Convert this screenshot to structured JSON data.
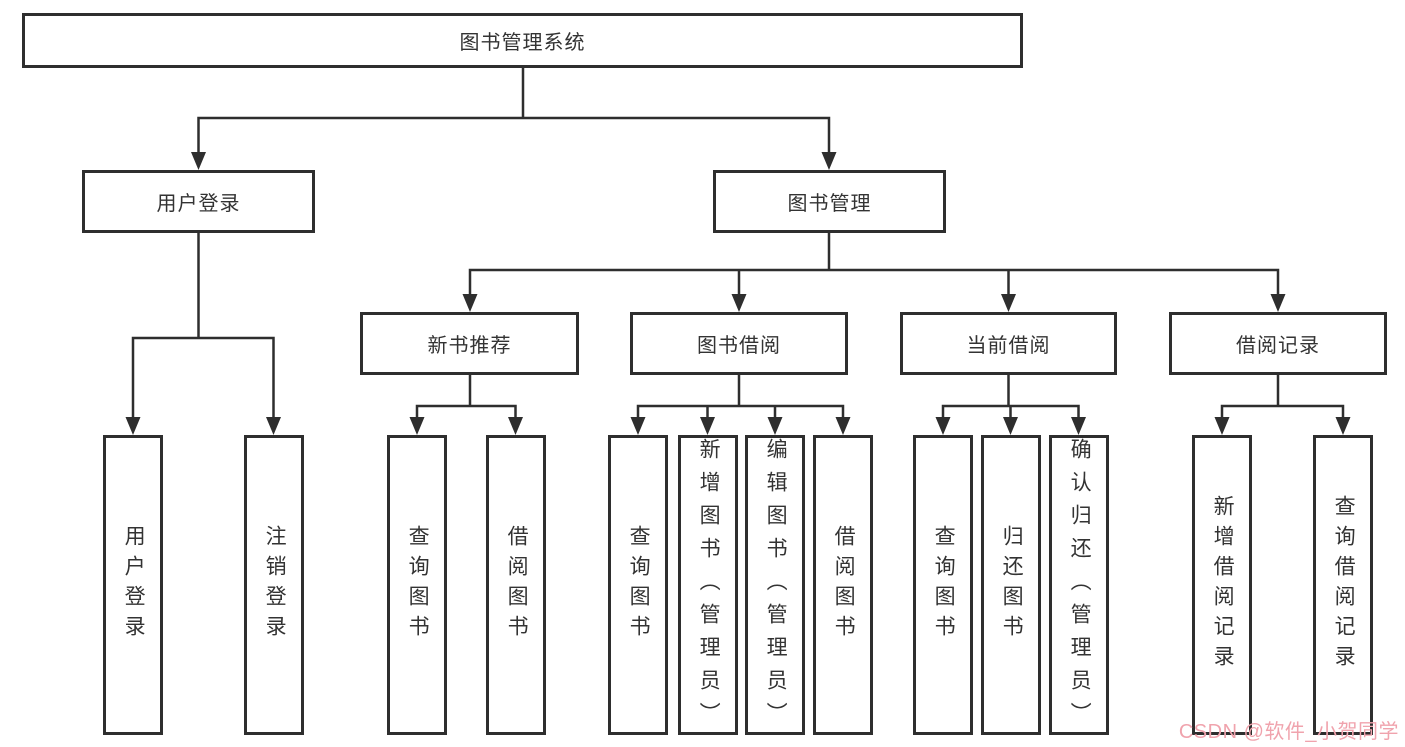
{
  "colors": {
    "line": "#2e2e2e",
    "box-border": "#2e2e2e",
    "text": "#333333",
    "watermark": "#f0a3ad"
  },
  "tree": {
    "root": {
      "label": "图书管理系统"
    },
    "branches": [
      {
        "label": "用户登录",
        "children": [
          {
            "label": "用户登录"
          },
          {
            "label": "注销登录"
          }
        ]
      },
      {
        "label": "图书管理",
        "groups": [
          {
            "label": "新书推荐",
            "children": [
              {
                "label": "查询图书"
              },
              {
                "label": "借阅图书"
              }
            ]
          },
          {
            "label": "图书借阅",
            "children": [
              {
                "label": "查询图书"
              },
              {
                "label": "新增图书（管理员）"
              },
              {
                "label": "编辑图书（管理员）"
              },
              {
                "label": "借阅图书"
              }
            ]
          },
          {
            "label": "当前借阅",
            "children": [
              {
                "label": "查询图书"
              },
              {
                "label": "归还图书"
              },
              {
                "label": "确认归还（管理员）"
              }
            ]
          },
          {
            "label": "借阅记录",
            "children": [
              {
                "label": "新增借阅记录"
              },
              {
                "label": "查询借阅记录"
              }
            ]
          }
        ]
      }
    ]
  },
  "watermark": {
    "text": "CSDN @软件_小贺同学"
  }
}
